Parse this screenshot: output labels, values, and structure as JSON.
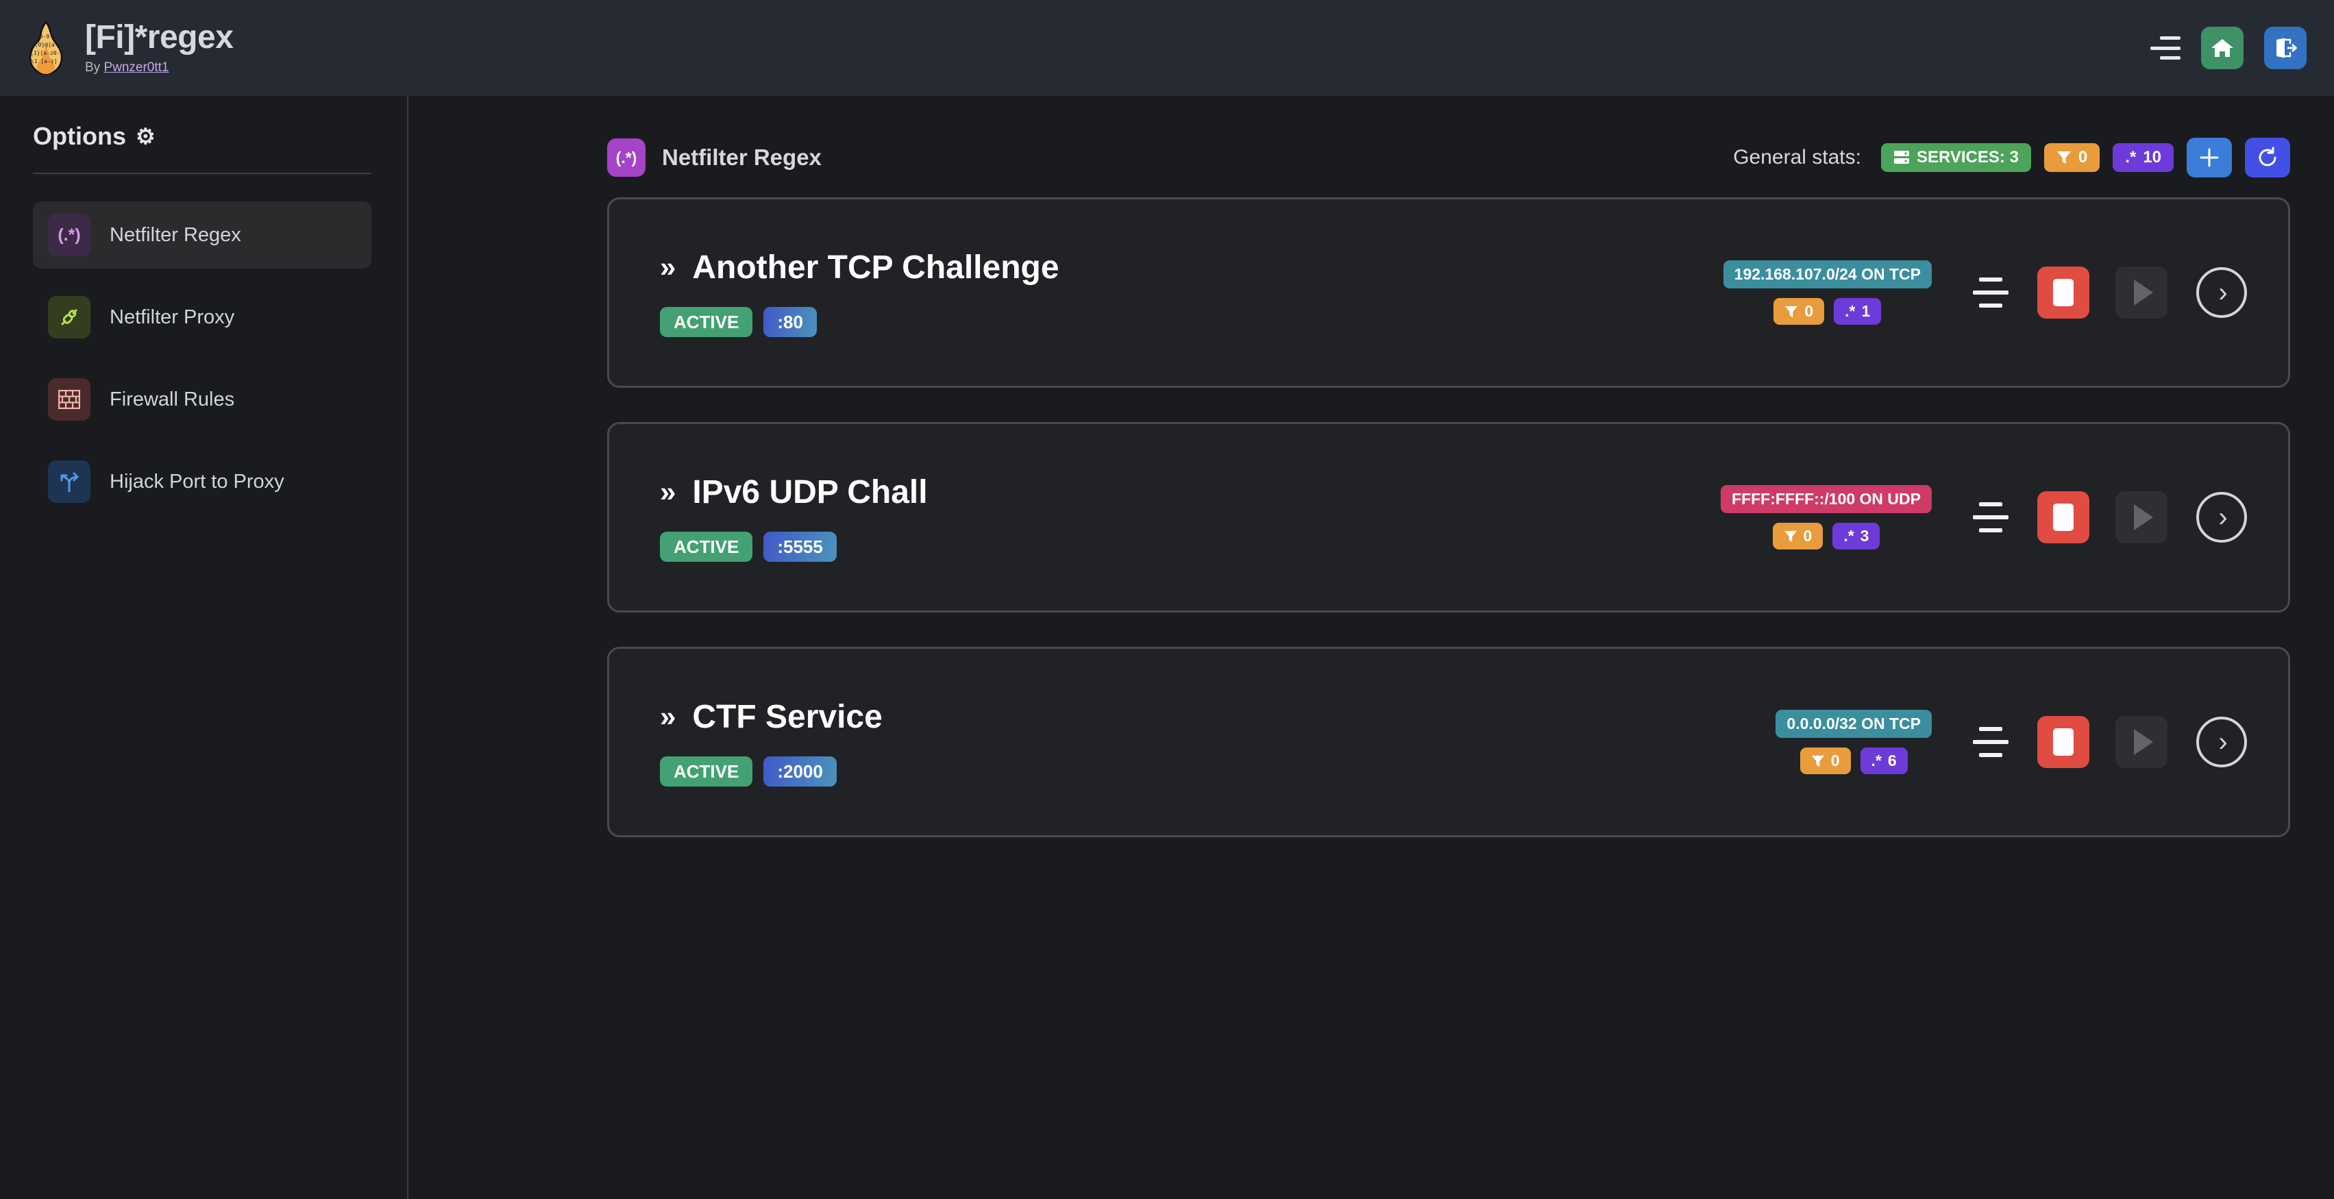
{
  "header": {
    "logo_icon": "flame-regex-logo",
    "title": "[Fi]*regex",
    "by_prefix": "By ",
    "author": "Pwnzer0tt1",
    "menu_icon": "hamburger-icon",
    "home_icon": "home-icon",
    "logout_icon": "logout-icon"
  },
  "sidebar": {
    "heading": "Options",
    "gear_icon": "⚙",
    "items": [
      {
        "label": "Netfilter Regex",
        "icon": "(.*)",
        "icon_name": "regex-icon",
        "active": true
      },
      {
        "label": "Netfilter Proxy",
        "icon": "⚯",
        "icon_name": "proxy-plug-icon",
        "active": false
      },
      {
        "label": "Firewall Rules",
        "icon": "▦",
        "icon_name": "brick-wall-icon",
        "active": false
      },
      {
        "label": "Hijack Port to Proxy",
        "icon": "⤳",
        "icon_name": "branch-arrow-icon",
        "active": false
      }
    ]
  },
  "main": {
    "page_icon": "(.*)",
    "page_icon_name": "regex-icon",
    "page_title": "Netfilter Regex",
    "stats_label": "General stats:",
    "stats": [
      {
        "icon": "server-icon",
        "glyph": "▤",
        "text": "SERVICES: 3",
        "color": "#4ca359"
      },
      {
        "icon": "filter-icon",
        "glyph": "▼",
        "text": "0",
        "color": "#e89c3c"
      },
      {
        "icon": "regex-icon",
        "glyph": ".*",
        "text": "10",
        "color": "#6d3bd9"
      }
    ],
    "add_button": {
      "icon": "plus-icon",
      "glyph": "+",
      "color": "#3b7dd8"
    },
    "refresh_button": {
      "icon": "refresh-icon",
      "glyph": "⟳",
      "color": "#4350e6"
    }
  },
  "services": [
    {
      "chevron": "»",
      "name": "Another TCP Challenge",
      "status": "ACTIVE",
      "port": ":80",
      "network": "192.168.107.0/24 ON TCP",
      "network_color": "teal",
      "filter_count": "0",
      "regex_count": "1",
      "menu_icon": "align-center-icon",
      "stop_icon": "stop-icon",
      "play_icon": "play-icon",
      "details_icon": "chevron-right-icon"
    },
    {
      "chevron": "»",
      "name": "IPv6 UDP Chall",
      "status": "ACTIVE",
      "port": ":5555",
      "network": "FFFF:FFFF::/100 ON UDP",
      "network_color": "pink",
      "filter_count": "0",
      "regex_count": "3",
      "menu_icon": "align-center-icon",
      "stop_icon": "stop-icon",
      "play_icon": "play-icon",
      "details_icon": "chevron-right-icon"
    },
    {
      "chevron": "»",
      "name": "CTF Service",
      "status": "ACTIVE",
      "port": ":2000",
      "network": "0.0.0.0/32 ON TCP",
      "network_color": "teal",
      "filter_count": "0",
      "regex_count": "6",
      "menu_icon": "align-center-icon",
      "stop_icon": "stop-icon",
      "play_icon": "play-icon",
      "details_icon": "chevron-right-icon"
    }
  ]
}
